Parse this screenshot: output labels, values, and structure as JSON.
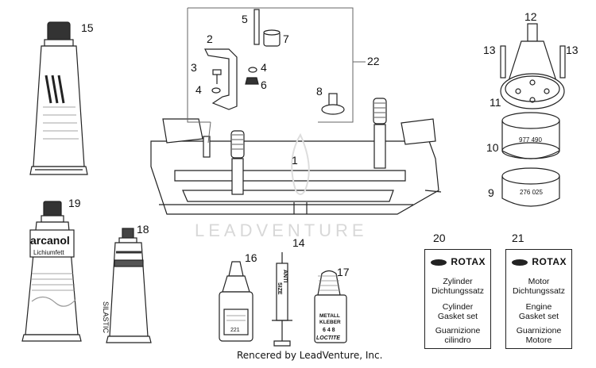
{
  "callouts": {
    "c1": "1",
    "c2": "2",
    "c3": "3",
    "c4a": "4",
    "c4b": "4",
    "c5": "5",
    "c6": "6",
    "c7": "7",
    "c8": "8",
    "c9": "9",
    "c10": "10",
    "c11": "11",
    "c12": "12",
    "c13a": "13",
    "c13b": "13",
    "c14": "14",
    "c15": "15",
    "c16": "16",
    "c17": "17",
    "c18": "18",
    "c19": "19",
    "c20": "20",
    "c21": "21",
    "c22": "22"
  },
  "ring_labels": {
    "ring10": "977 490",
    "ring9": "276 025"
  },
  "tubes": {
    "arcanol_brand": "arcanol",
    "arcanol_sub": "Lichiumfett",
    "silastic": "SILASTIC",
    "anti_size_a": "ANTI",
    "anti_size_b": "SIZE",
    "bottle17_a": "METALL",
    "bottle17_b": "KLEBER",
    "bottle17_c": "6 4 8",
    "bottle17_d": "LOCTITE",
    "bottle16": "221"
  },
  "cards": {
    "left": {
      "number": "20",
      "brand": "ROTAX",
      "line1": "Zylinder",
      "line2": "Dichtungssatz",
      "line3": "Cylinder",
      "line4": "Gasket set",
      "line5": "Guarnizione",
      "line6": "cilindro"
    },
    "right": {
      "number": "21",
      "brand": "ROTAX",
      "line1": "Motor",
      "line2": "Dichtungssatz",
      "line3": "Engine",
      "line4": "Gasket set",
      "line5": "Guarnizione",
      "line6": "Motore"
    }
  },
  "watermark": "LEADVENTURE",
  "footer": "Rencered by LeadVenture, Inc."
}
